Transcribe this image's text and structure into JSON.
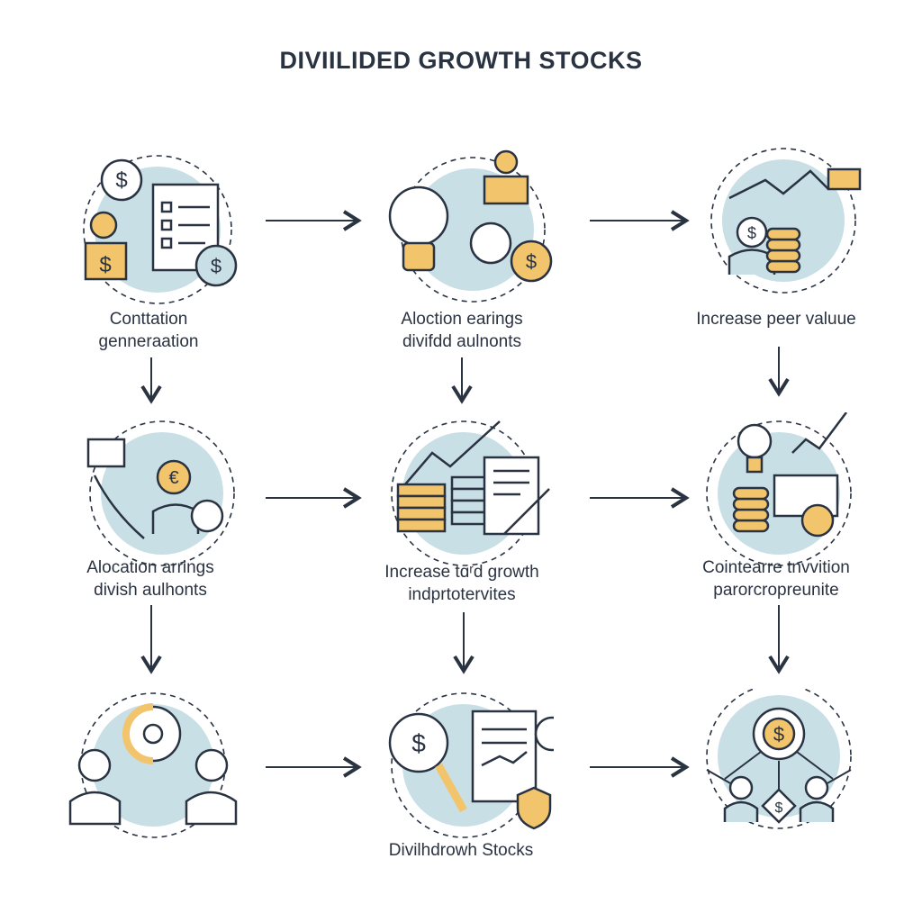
{
  "title": "DIVIILIDED GROWTH STOCKS",
  "steps": [
    {
      "label_1": "Conttation",
      "label_2": "genneraation",
      "icon": "checklist-dollar-icon"
    },
    {
      "label_1": "Aloction earings",
      "label_2": "divifdd aulnonts",
      "icon": "lightbulb-dollar-icon"
    },
    {
      "label_1": "Increase peer valuue",
      "icon": "chart-coins-icon"
    },
    {
      "label_1": "Alocation arrings",
      "label_2": "divish aulhonts",
      "icon": "hand-euro-icon"
    },
    {
      "label_1": "Increase tɑʳd growth",
      "label_2": "indprtotervites",
      "icon": "growth-stack-icon"
    },
    {
      "label_1": "Cointearre tnvvition",
      "label_2": "parorcropreunite",
      "icon": "lightbulb-coins-icon"
    },
    {
      "icon": "gear-people-icon"
    },
    {
      "label_1": "Divilhdrowh Stocks",
      "icon": "magnifier-report-icon"
    },
    {
      "icon": "dollar-network-icon"
    }
  ],
  "colors": {
    "ink": "#2a3342",
    "circle": "#c9dfe6",
    "gold": "#f2c46b"
  }
}
